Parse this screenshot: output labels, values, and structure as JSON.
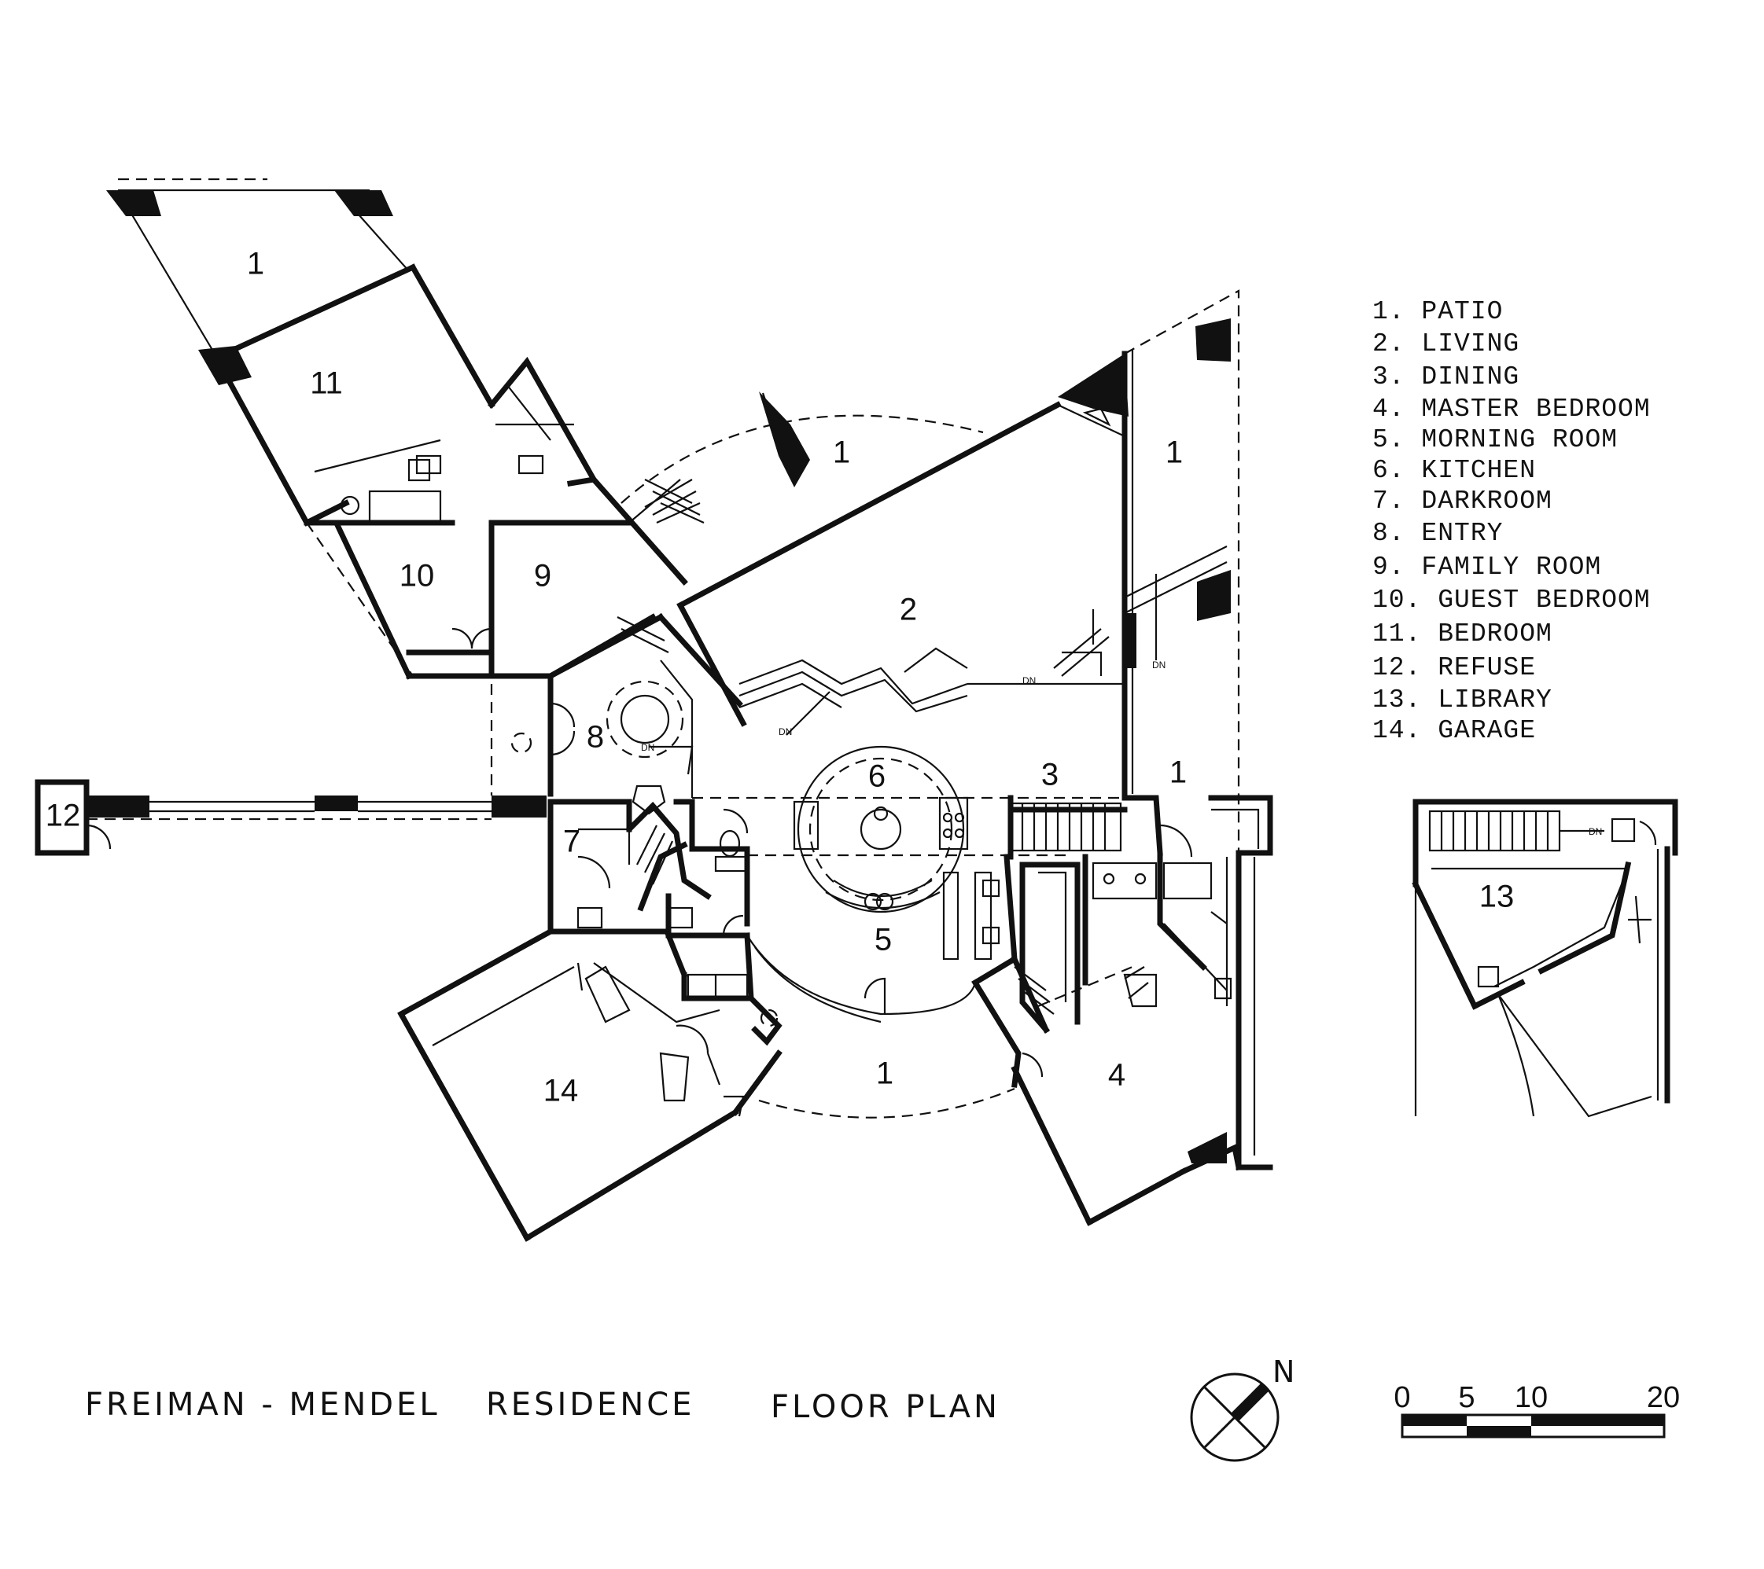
{
  "rooms": {
    "patio_nw": "1",
    "bedroom": "11",
    "guest_bedroom": "10",
    "family_room": "9",
    "patio_n": "1",
    "living": "2",
    "patio_ne": "1",
    "entry": "8",
    "refuse": "12",
    "darkroom": "7",
    "kitchen": "6",
    "dining": "3",
    "patio_e": "1",
    "morning_room": "5",
    "garage": "14",
    "patio_s": "1",
    "master_bedroom": "4",
    "library": "13"
  },
  "legend": [
    "1. PATIO",
    "2. LIVING",
    "3. DINING",
    "4. MASTER BEDROOM",
    "5. MORNING ROOM",
    "6. KITCHEN",
    "7. DARKROOM",
    "8. ENTRY",
    "9. FAMILY ROOM",
    "10. GUEST BEDROOM",
    "11. BEDROOM",
    "12. REFUSE",
    "13. LIBRARY",
    "14. GARAGE"
  ],
  "title": {
    "name": "FREIMAN - MENDEL",
    "residence": "RESIDENCE",
    "plan": "FLOOR PLAN"
  },
  "north_label": "N",
  "scale": [
    "0",
    "5",
    "10",
    "20"
  ],
  "stair_label": "DN"
}
